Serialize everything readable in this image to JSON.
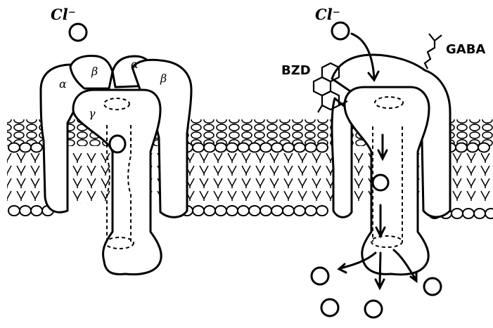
{
  "left_channel": {
    "ion_label": "Cl⁻",
    "subunit_labels": [
      "α",
      "β",
      "α",
      "β",
      "γ"
    ]
  },
  "right_channel": {
    "ion_label": "Cl⁻",
    "ligand_labels": [
      "BZD",
      "GABA"
    ]
  },
  "colors": {
    "ink": "#000000",
    "paper": "#ffffff"
  }
}
